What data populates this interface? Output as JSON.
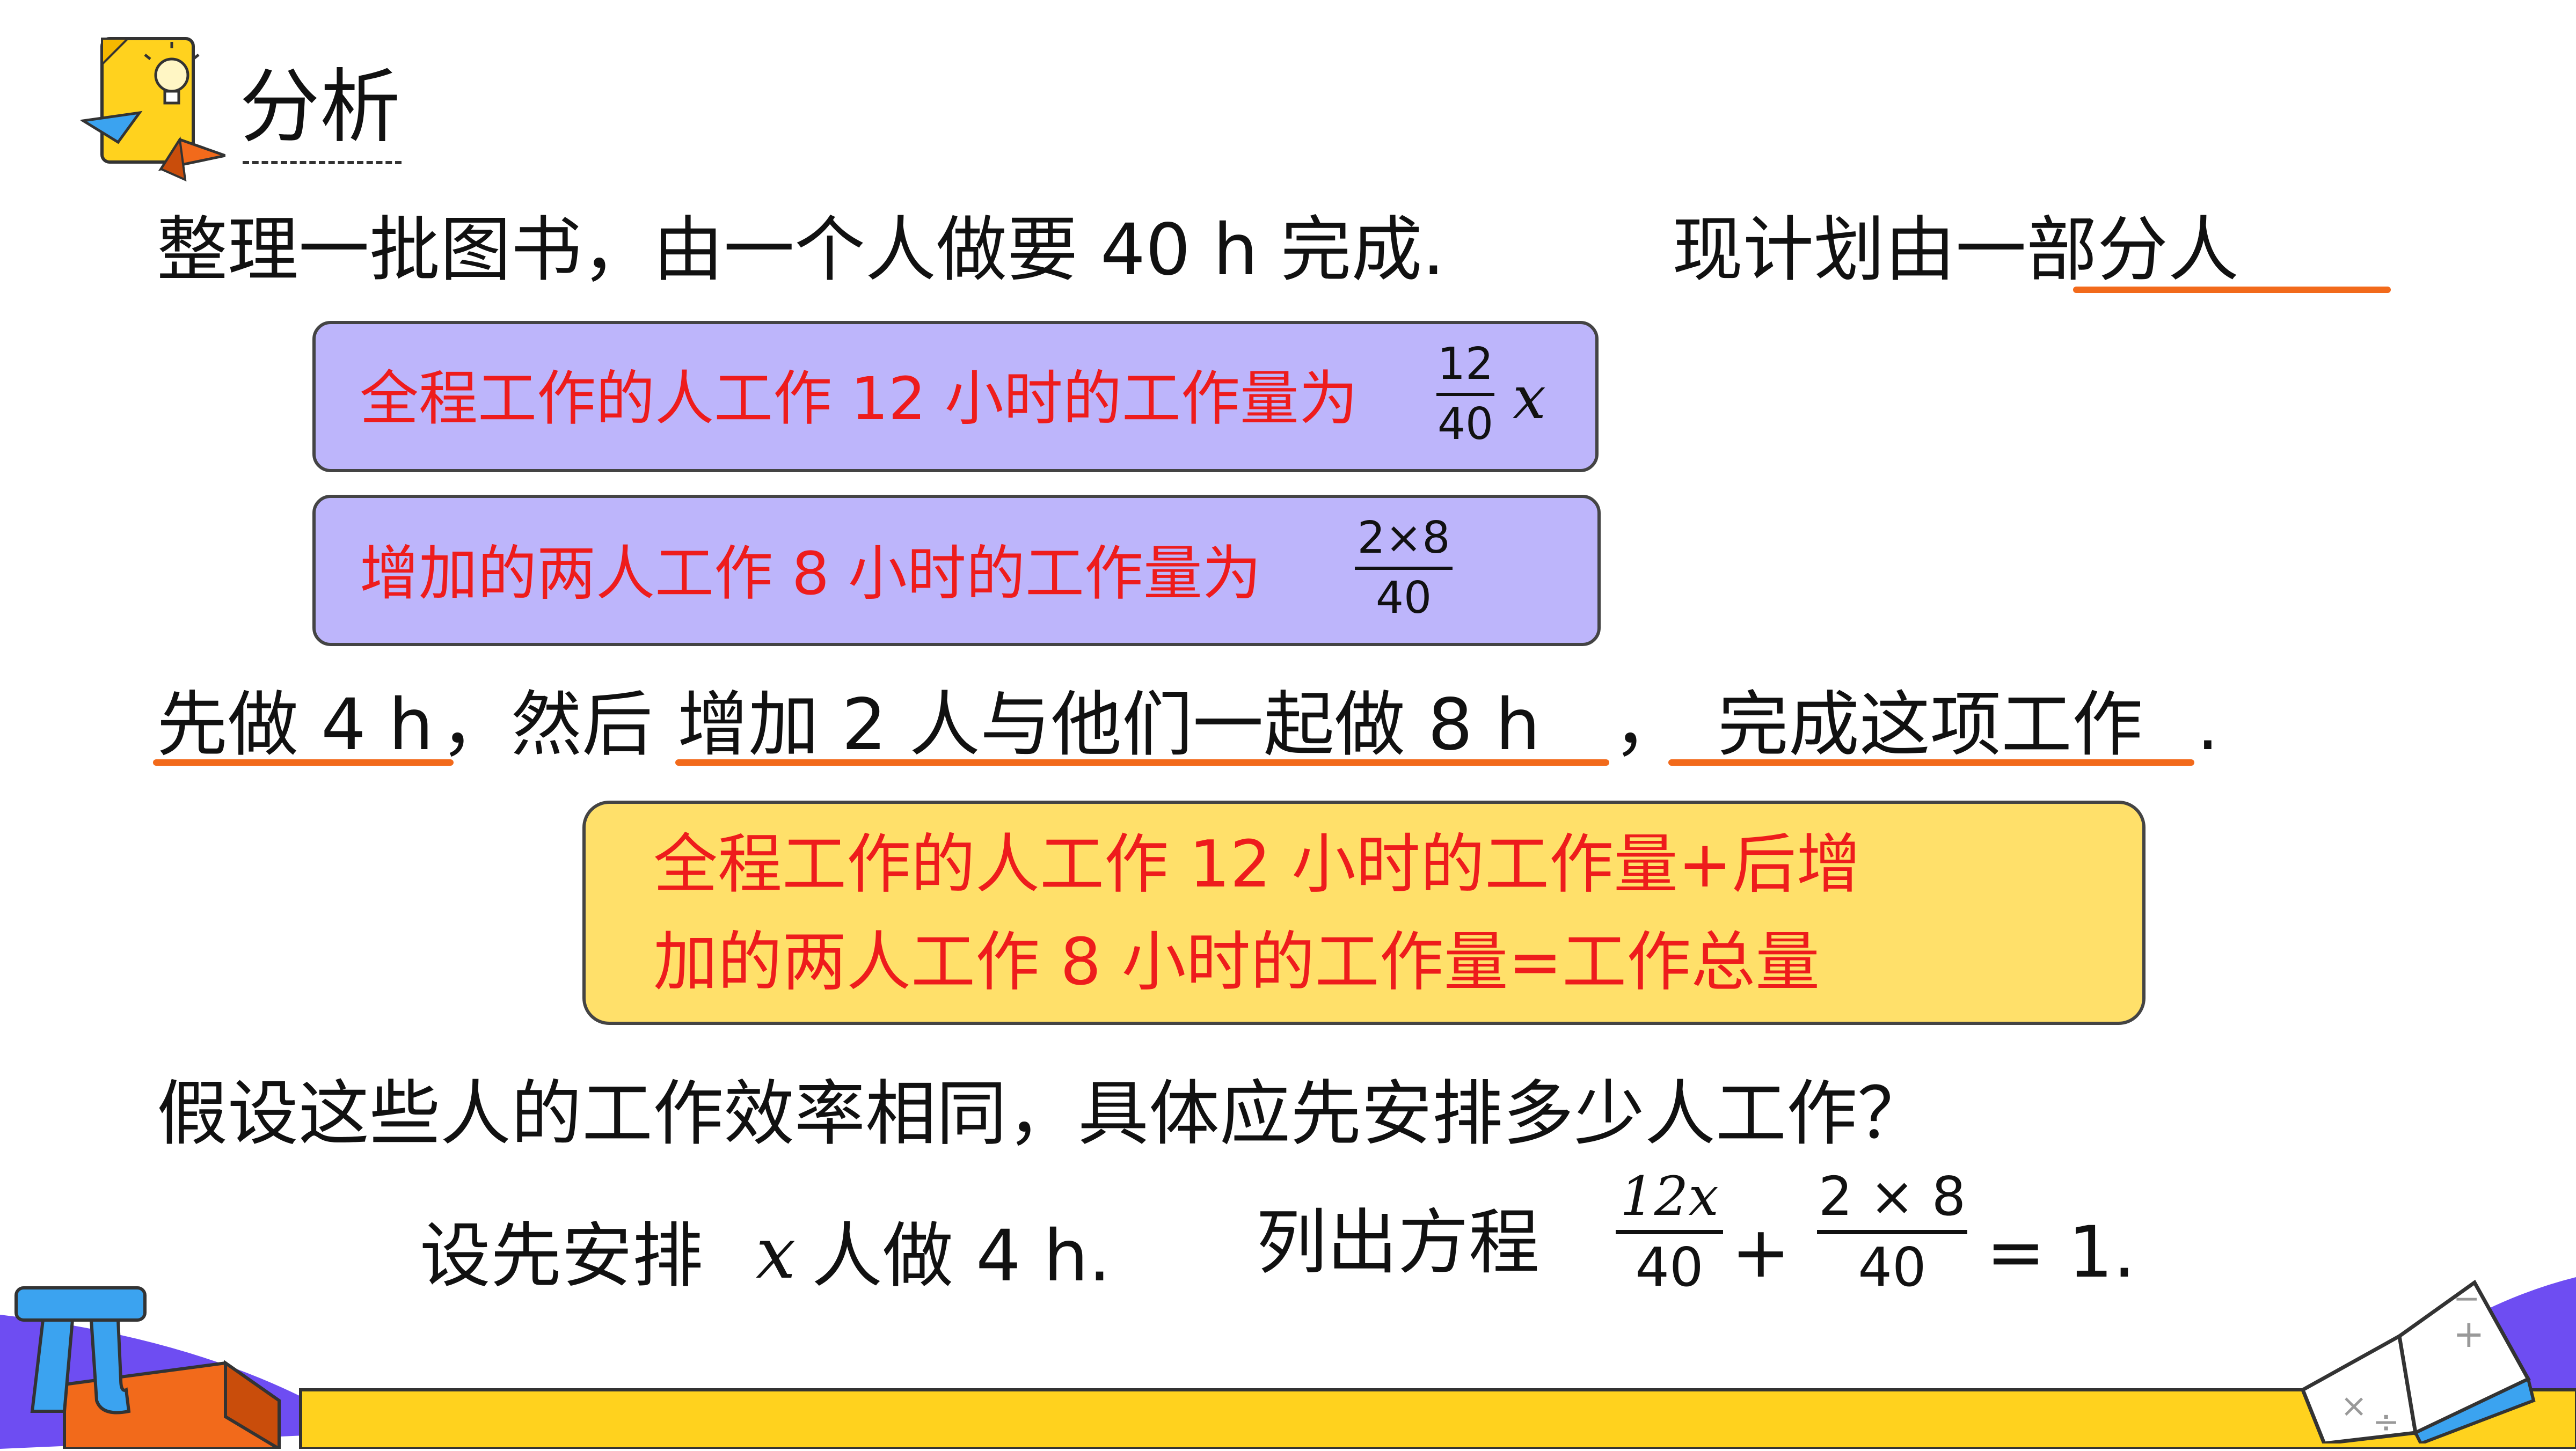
{
  "section_title": "分析",
  "line1": {
    "part_a": "整理一批图书，由一个人做要 40 h 完成.",
    "part_b": "现计划由一",
    "part_c": "部分人"
  },
  "box1": {
    "text": "全程工作的人工作 12 小时的工作量为",
    "frac_num": "12",
    "frac_den": "40",
    "var": "x"
  },
  "box2": {
    "text": "增加的两人工作 8 小时的工作量为",
    "frac_num": "2×8",
    "frac_den": "40"
  },
  "line2": {
    "seg1": "先做 4 h",
    "comma1": "，然后",
    "seg2": "增加 2 人与他们一起做  8 h",
    "comma2": "，",
    "seg3": "完成这项工作",
    "period": "."
  },
  "box3": {
    "line1": "全程工作的人工作 12 小时的工作量+后增",
    "line2": "加的两人工作 8 小时的工作量=工作总量"
  },
  "question": "假设这些人的工作效率相同，具体应先安排多少人工作？",
  "answer": {
    "assume_a": "设先安排",
    "var": "x",
    "assume_b": "人做 4 h.",
    "equation_label": "列出方程",
    "frac1_num": "12x",
    "frac1_den": "40",
    "plus": "+",
    "frac2_num": "2 × 8",
    "frac2_den": "40",
    "result": "= 1."
  },
  "colors": {
    "underline": "#f26a1b",
    "highlight_text": "#ee1c1c",
    "box_purple": "#bdb5fb",
    "box_yellow": "#ffe06a",
    "bottom_band": "#ffd21e",
    "accent_purple": "#6e4df2"
  },
  "icons": [
    "lightbulb-document-icon",
    "paper-plane-icon",
    "pi-symbol-icon",
    "open-book-icon"
  ]
}
